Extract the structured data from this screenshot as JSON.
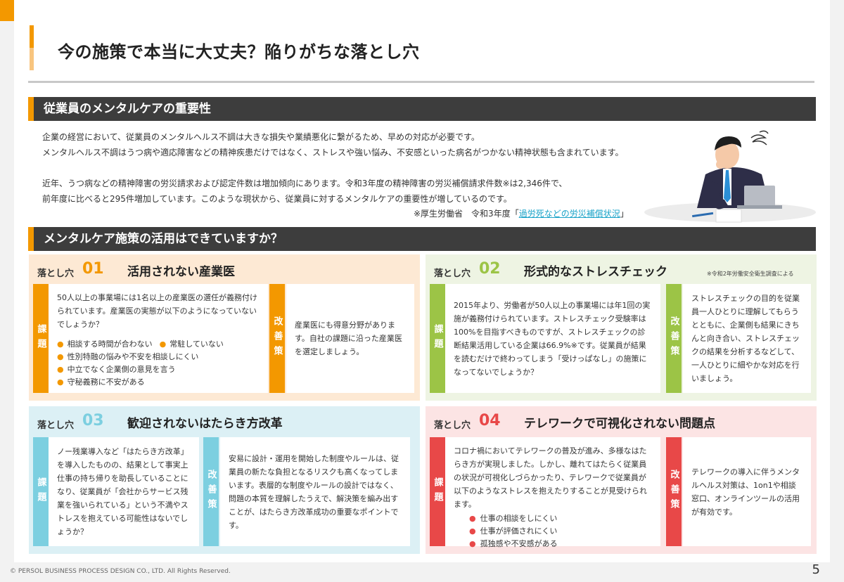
{
  "page": {
    "title": "今の施策で本当に大丈夫？陥りがちな落とし穴",
    "page_number": "5",
    "copyright": "© PERSOL BUSINESS PROCESS DESIGN CO., LTD. All Rights Reserved."
  },
  "section1": {
    "heading": "従業員のメンタルケアの重要性",
    "paragraph1_line1": "企業の経営において、従業員のメンタルヘルス不調は大きな損失や業績悪化に繋がるため、早めの対応が必要です。",
    "paragraph1_line2": "メンタルヘルス不調はうつ病や適応障害などの精神疾患だけではなく、ストレスや強い悩み、不安感といった病名がつかない精神状態も含まれています。",
    "paragraph2_line1": "近年、うつ病などの精神障害の労災請求および認定件数は増加傾向にあります。令和3年度の精神障害の労災補償請求件数※は2,346件で、",
    "paragraph2_line2": "前年度に比べると295件増加しています。このような現状から、従業員に対するメンタルケアの重要性が増しているのです。",
    "source_prefix": "※厚生労働省　令和3年度「",
    "source_link": "過労死などの労災補償状況",
    "source_suffix": "」"
  },
  "section2": {
    "heading": "メンタルケア施策の活用はできていますか？"
  },
  "labels": {
    "pitfall": "落とし穴",
    "issue": "課題",
    "improve": "改善策"
  },
  "colors": {
    "accent": "#f39800",
    "p1": "#f39800",
    "p2": "#9cc446",
    "p3": "#7ccfe0",
    "p4": "#e84848"
  },
  "pitfalls": [
    {
      "number": "01",
      "title": "活用されない産業医",
      "issue": "50人以上の事業場には1名以上の産業医の選任が義務付けられています。産業医の実態が以下のようになっていないでしょうか？",
      "bullets": [
        "相談する時間が合わない",
        "常駐していない",
        "性別特融の悩みや不安を相談しにくい",
        "中立でなく企業側の意見を言う",
        "守秘義務に不安がある"
      ],
      "improvement": "産業医にも得意分野があります。自社の課題に沿った産業医を選定しましょう。"
    },
    {
      "number": "02",
      "title": "形式的なストレスチェック",
      "note": "※令和2年労働安全衛生調査による",
      "issue": "2015年より、労働者が50人以上の事業場には年1回の実施が義務付けられています。ストレスチェック受験率は100%を目指すべきものですが、ストレスチェックの診断結果活用している企業は66.9%※です。従業員が結果を読むだけで終わってしまう「受けっぱなし」の施策になってないでしょうか？",
      "improvement": "ストレスチェックの目的を従業員一人ひとりに理解してもらうとともに、企業側も結果にきちんと向き合い、ストレスチェックの結果を分析するなどして、一人ひとりに細やかな対応を行いましょう。"
    },
    {
      "number": "03",
      "title": "歓迎されないはたらき方改革",
      "issue": "ノー残業導入など「はたらき方改革」を導入したものの、結果として事実上仕事の持ち帰りを助長していることになり、従業員が「会社からサービス残業を強いられている」という不満やストレスを抱えている可能性はないでしょうか？",
      "improvement": "安易に設計・運用を開始した制度やルールは、従業員の新たな負担となるリスクも高くなってしまいます。表層的な制度やルールの設計ではなく、問題の本質を理解したうえで、解決策を編み出すことが、はたらき方改革成功の重要なポイントです。"
    },
    {
      "number": "04",
      "title": "テレワークで可視化されない問題点",
      "issue": "コロナ禍においてテレワークの普及が進み、多様なはたらき方が実現しました。しかし、離れてはたらく従業員の状況が可視化しづらかったり、テレワークで従業員が以下のようなストレスを抱えたりすることが見受けられます。",
      "bullets": [
        "仕事の相談をしにくい",
        "仕事が評価されにくい",
        "孤独感や不安感がある"
      ],
      "improvement": "テレワークの導入に伴うメンタルヘルス対策は、1on1や相談窓口、オンラインツールの活用が有効です。"
    }
  ]
}
